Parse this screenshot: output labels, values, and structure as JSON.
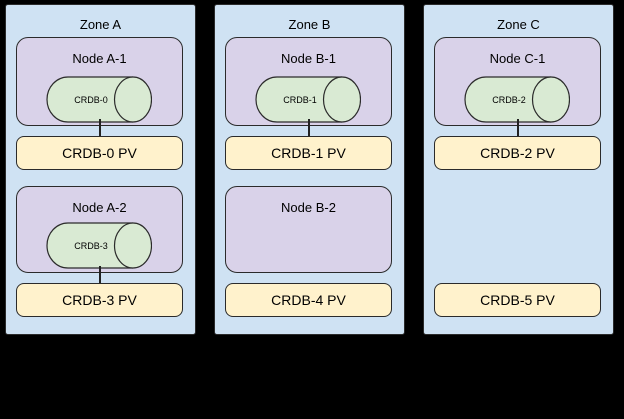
{
  "diagram": {
    "description": "Three-zone deployment diagram with CockroachDB pods on nodes and persistent volumes",
    "colors": {
      "background": "#000000",
      "zone_fill": "#cfe2f3",
      "node_fill": "#d9d2e9",
      "pod_fill": "#d9ead3",
      "pv_fill": "#fff2cc",
      "border": "#2b2b2b"
    },
    "zones": [
      {
        "label": "Zone A",
        "nodes": [
          {
            "label": "Node A-1",
            "pod": "CRDB-0"
          },
          {
            "label": "Node A-2",
            "pod": "CRDB-3"
          }
        ],
        "pvs": [
          "CRDB-0 PV",
          "CRDB-3 PV"
        ]
      },
      {
        "label": "Zone B",
        "nodes": [
          {
            "label": "Node B-1",
            "pod": "CRDB-1"
          },
          {
            "label": "Node B-2"
          }
        ],
        "pvs": [
          "CRDB-1 PV",
          "CRDB-4 PV"
        ]
      },
      {
        "label": "Zone C",
        "nodes": [
          {
            "label": "Node C-1",
            "pod": "CRDB-2"
          }
        ],
        "pvs": [
          "CRDB-2 PV",
          "CRDB-5 PV"
        ]
      }
    ]
  }
}
